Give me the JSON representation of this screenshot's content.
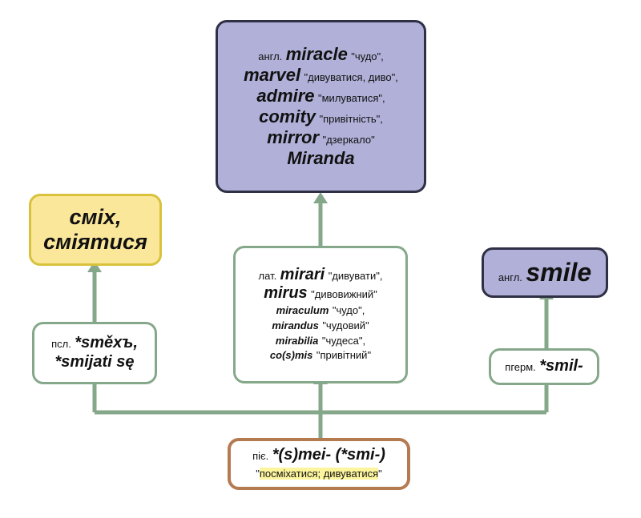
{
  "nodes": {
    "english_miracle": {
      "lines": [
        {
          "label": "англ.",
          "word": "miracle",
          "gloss": "\"чудо\","
        },
        {
          "word": "marvel",
          "gloss": "\"дивуватися, диво\","
        },
        {
          "word": "admire",
          "gloss": "\"милуватися\","
        },
        {
          "word": "comity",
          "gloss": "\"привітність\","
        },
        {
          "word": "mirror",
          "gloss": "\"дзеркало\""
        },
        {
          "word": "Miranda"
        }
      ]
    },
    "ukrainian": {
      "line1": "сміх,",
      "line2": "сміятися"
    },
    "proto_slavic": {
      "label": "псл.",
      "word1": "*směxъ,",
      "word2": "*smijati sę"
    },
    "latin": {
      "lines": [
        {
          "label": "лат.",
          "word": "mirari",
          "gloss": "\"дивувати\","
        },
        {
          "word": "mirus",
          "gloss": "\"дивовижний\""
        },
        {
          "word": "miraculum",
          "gloss": "\"чудо\","
        },
        {
          "word": "mirandus",
          "gloss": "\"чудовий\""
        },
        {
          "word": "mirabilia",
          "gloss": "\"чудеса\","
        },
        {
          "word": "co(s)mis",
          "gloss": "\"привітний\""
        }
      ]
    },
    "english_smile": {
      "label": "англ.",
      "word": "smile"
    },
    "proto_germanic": {
      "label": "пгерм.",
      "word": "*smil-"
    },
    "pie": {
      "label": "піє.",
      "word": "*(s)mei- (*smi-)",
      "gloss_open": "\"",
      "gloss": "посміхатися; дивуватися",
      "gloss_close": "\""
    }
  },
  "colors": {
    "connector": "#86a88a",
    "green_border": "#86a88a",
    "blue_fill": "#b0b0d8",
    "blue_border": "#2f2f45",
    "gold_fill": "#fbe79a",
    "gold_border": "#d8c23c",
    "brown_border": "#b47a50",
    "highlight": "#fdf59e"
  }
}
